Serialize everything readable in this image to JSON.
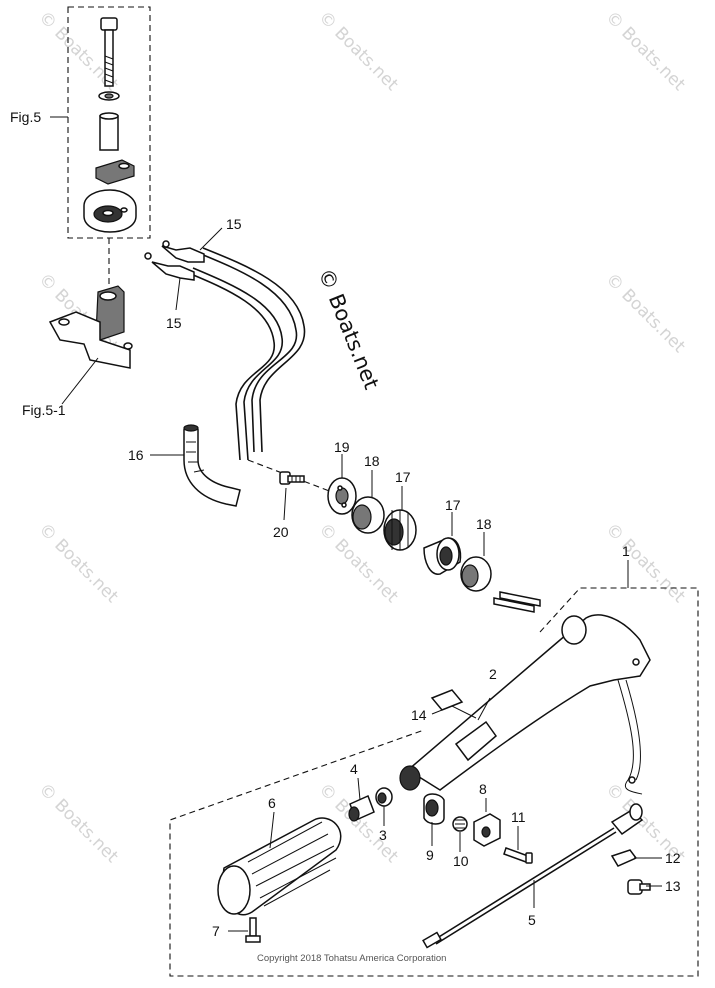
{
  "figure_labels": {
    "fig5": "Fig.5",
    "fig5_1": "Fig.5-1"
  },
  "callouts": {
    "c1": "1",
    "c2": "2",
    "c3": "3",
    "c4": "4",
    "c5": "5",
    "c6": "6",
    "c7": "7",
    "c8": "8",
    "c9": "9",
    "c10": "10",
    "c11": "11",
    "c12": "12",
    "c13": "13",
    "c14": "14",
    "c15a": "15",
    "c15b": "15",
    "c16": "16",
    "c17a": "17",
    "c17b": "17",
    "c18a": "18",
    "c18b": "18",
    "c19": "19",
    "c20": "20"
  },
  "watermark": {
    "main": "© Boats.net",
    "tile": "© Boats.net"
  },
  "copyright": "Copyright 2018 Tohatsu America Corporation",
  "colors": {
    "line": "#111111",
    "watermark": "#d4d4d4",
    "background": "#ffffff"
  }
}
